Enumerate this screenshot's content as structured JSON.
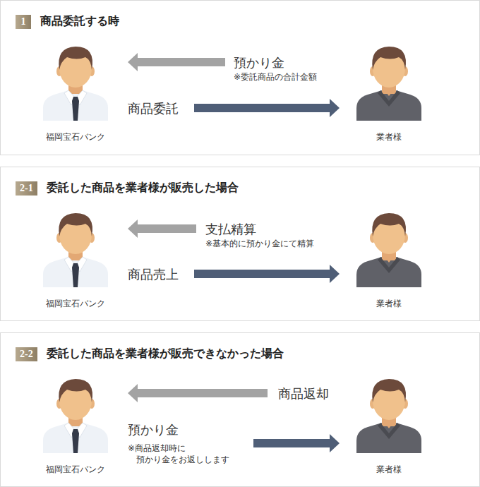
{
  "diagram": {
    "nodes": [
      {
        "text": [
          "商品委託する時"
        ]
      },
      {
        "text": [
          "1"
        ],
        "in": 0
      },
      {
        "text": [
          "福岡宝石バンク"
        ],
        "in": 0
      },
      {
        "text": [
          "業者様"
        ],
        "in": 0
      },
      {
        "text": [
          "委託した商品を業者様が販売した場合"
        ]
      },
      {
        "text": [
          "2-1"
        ],
        "in": 4
      },
      {
        "text": [
          "福岡宝石バンク"
        ],
        "in": 4
      },
      {
        "text": [
          "業者様"
        ],
        "in": 4
      },
      {
        "text": [
          "委託した商品を業者様が販売できなかった場合"
        ]
      },
      {
        "text": [
          "2-2"
        ],
        "in": 8
      },
      {
        "text": [
          "福岡宝石バンク"
        ],
        "in": 8
      },
      {
        "text": [
          "業者様"
        ],
        "in": 8
      }
    ],
    "edges": [
      {
        "from": 3,
        "to": 2,
        "arrow": "to",
        "label": "預かり金"
      },
      {
        "from": 2,
        "to": 3,
        "arrow": "to",
        "label": "商品委託"
      },
      {
        "from": 7,
        "to": 6,
        "arrow": "to",
        "label": "支払精算"
      },
      {
        "from": 6,
        "to": 7,
        "arrow": "to",
        "label": "商品売上"
      },
      {
        "from": 11,
        "to": 10,
        "arrow": "to",
        "label": "商品返却"
      },
      {
        "from": 10,
        "to": 11,
        "arrow": "to",
        "label": "預かり金"
      }
    ],
    "labels": [
      "※委託商品の合計金額",
      "※基本的に預かり金にて精算",
      "※商品返却時に 預かり金をお返しします"
    ]
  }
}
